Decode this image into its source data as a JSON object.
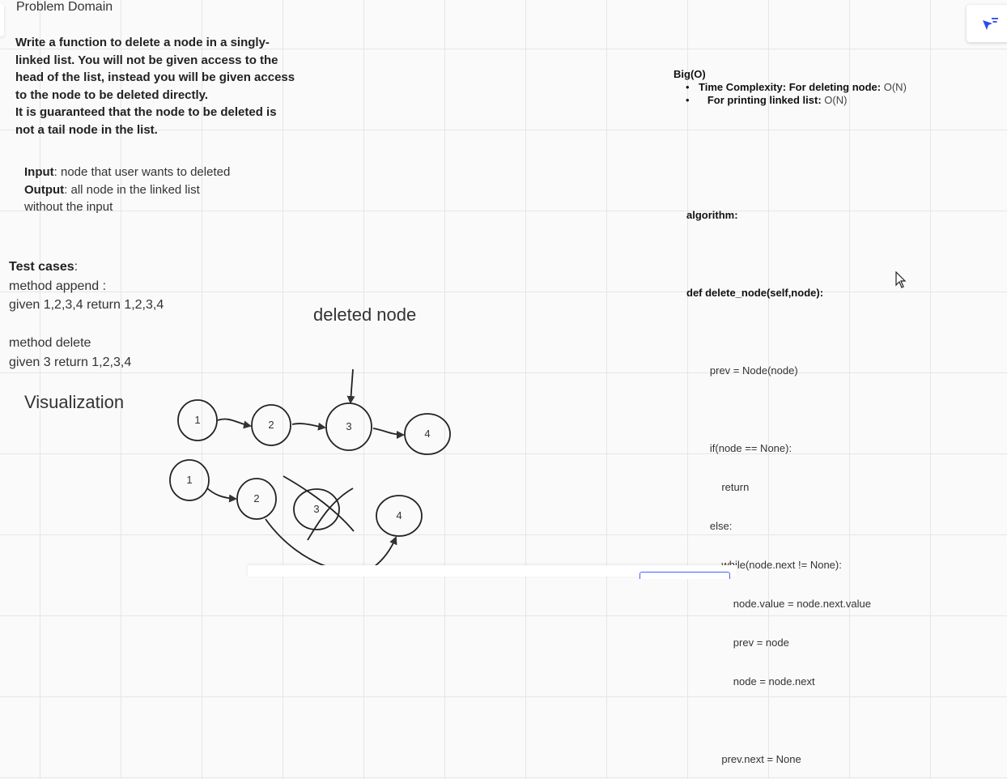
{
  "board": {
    "title": "Problem Domain",
    "problem": [
      "Write a function to delete a node in a singly-linked list. You will not be given access to the head of the list, instead you will be given access to the node to be deleted directly.",
      "It is guaranteed that the node to be deleted is not a tail node in the list."
    ],
    "io": {
      "input_label": "Input",
      "input_text": ": node that user wants to deleted",
      "output_label": "Output",
      "output_text": ": all node in the linked list without the input"
    },
    "tests": {
      "heading": "Test cases",
      "heading_suffix": ":",
      "lines": [
        "method append :",
        "given 1,2,3,4 return 1,2,3,4",
        "",
        "method delete",
        "given 3  return 1,2,3,4"
      ]
    },
    "visualization_title": "Visualization",
    "deleted_node_title": "deleted node",
    "diagram": {
      "row1": [
        "1",
        "2",
        "3",
        "4"
      ],
      "row2": [
        "1",
        "2",
        "3",
        "4"
      ]
    },
    "bigo": {
      "heading": "Big(O)",
      "items": [
        {
          "label": "Time Complexity:  For deleting node:",
          "value": " O(N)"
        },
        {
          "label": "   For printing linked list:",
          "value": " O(N)"
        }
      ]
    },
    "algorithm": {
      "heading": "algorithm:",
      "signature": "def delete_node(self,node):",
      "lines": [
        "",
        "        prev = Node(node)",
        "",
        "        if(node == None):",
        "            return",
        "        else:",
        "            while(node.next != None):",
        "                node.value = node.next.value",
        "                prev = node",
        "                node = node.next",
        "",
        "            prev.next = None"
      ]
    }
  },
  "toolbar": {
    "nav_icon": "cursor-filter-icon",
    "accent": "#2a4bf2"
  }
}
